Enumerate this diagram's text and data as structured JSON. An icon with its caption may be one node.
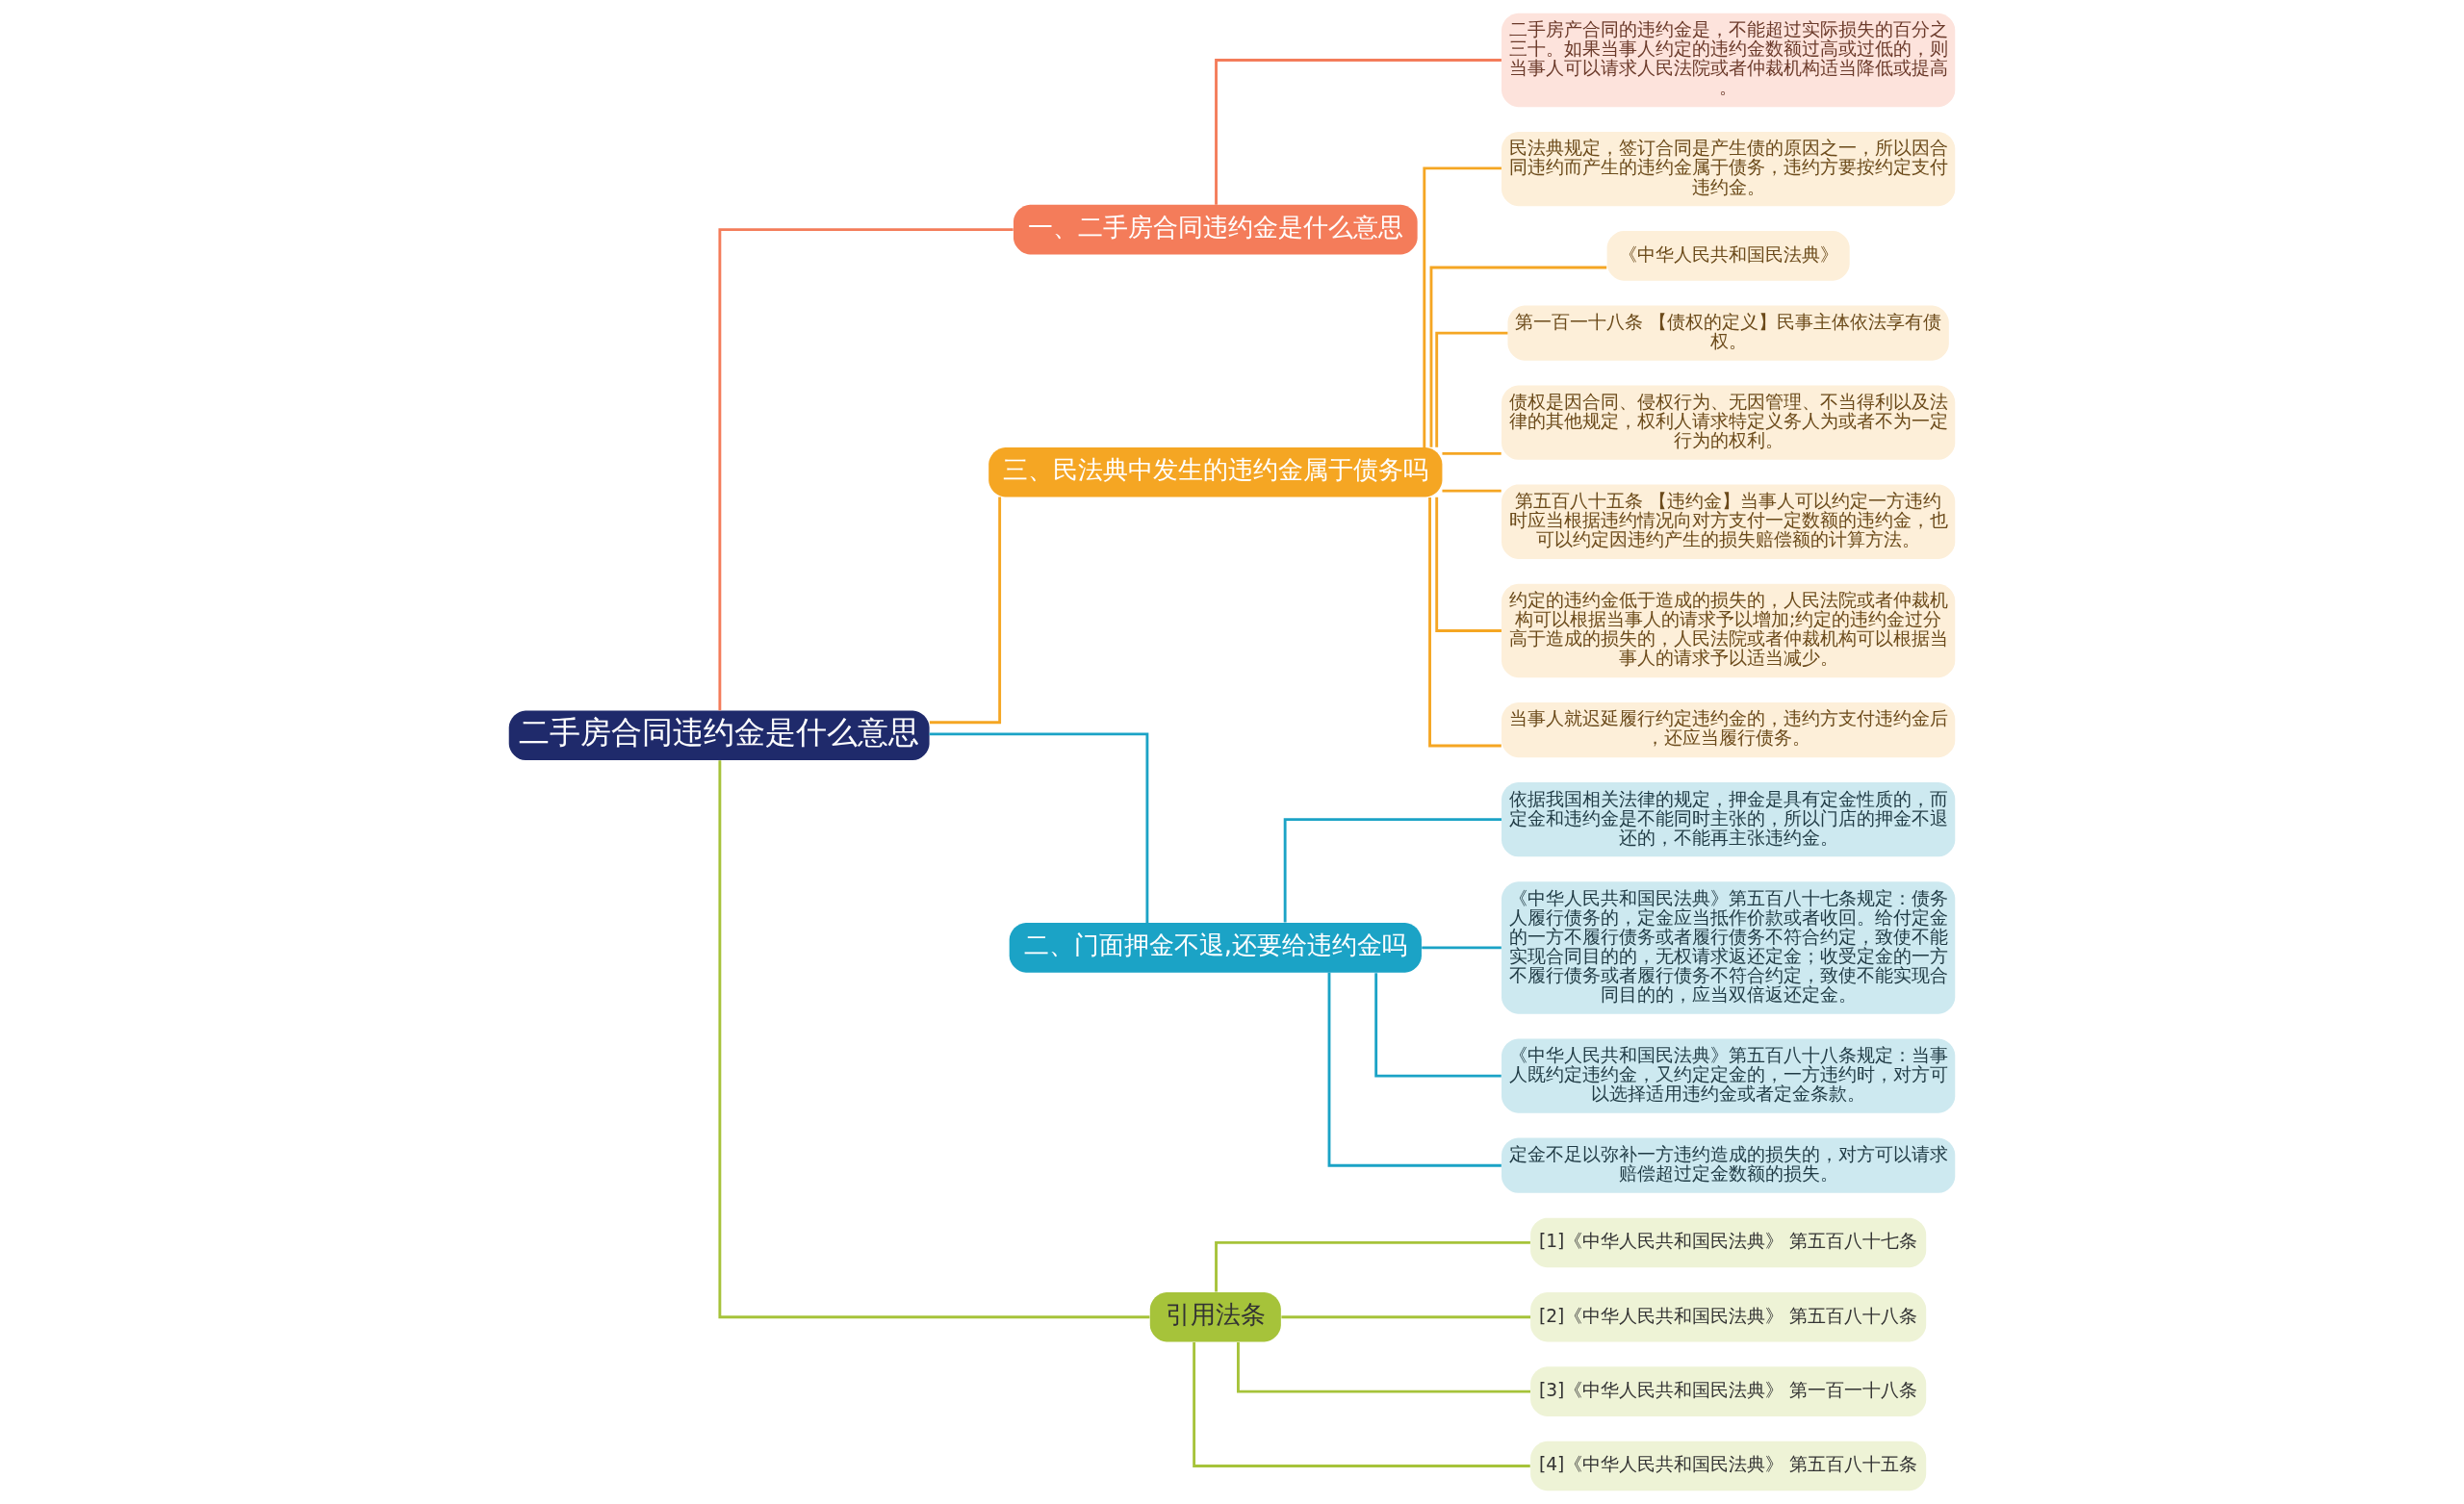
{
  "diagram": {
    "nodes": [
      {
        "text": [
          "二手房合同违约金是什么意思"
        ]
      },
      {
        "text": [
          "一、二手房合同违约金是什么意思"
        ]
      },
      {
        "text": [
          "二手房产合同的违约金是，不能超过实际损失的百分之三十。如果当事人约定的违约金数额过高或过低的，则当事人可以请求人民法院或者仲裁机构适当降低或提高。"
        ]
      },
      {
        "text": [
          "三、民法典中发生的违约金属于债务吗"
        ]
      },
      {
        "text": [
          "民法典规定，签订合同是产生债的原因之一，所以因合同违约而产生的违约金属于债务，违约方要按约定支付违约金。"
        ]
      },
      {
        "text": [
          "《中华人民共和国民法典》"
        ]
      },
      {
        "text": [
          "第一百一十八条 【债权的定义】民事主体依法享有债权。"
        ]
      },
      {
        "text": [
          "债权是因合同、侵权行为、无因管理、不当得利以及法律的其他规定，权利人请求特定义务人为或者不为一定行为的权利。"
        ]
      },
      {
        "text": [
          "第五百八十五条 【违约金】当事人可以约定一方违约时应当根据违约情况向对方支付一定数额的违约金，也可以约定因违约产生的损失赔偿额的计算方法。"
        ]
      },
      {
        "text": [
          "约定的违约金低于造成的损失的，人民法院或者仲裁机构可以根据当事人的请求予以增加;约定的违约金过分高于造成的损失的，人民法院或者仲裁机构可以根据当事人的请求予以适当减少。"
        ]
      },
      {
        "text": [
          "当事人就迟延履行约定违约金的，违约方支付违约金后，还应当履行债务。"
        ]
      },
      {
        "text": [
          "二、门面押金不退,还要给违约金吗"
        ]
      },
      {
        "text": [
          "依据我国相关法律的规定，押金是具有定金性质的，而定金和违约金是不能同时主张的，所以门店的押金不退还的，不能再主张违约金。"
        ]
      },
      {
        "text": [
          "《中华人民共和国民法典》第五百八十七条规定：债务人履行债务的，定金应当抵作价款或者收回。给付定金的一方不履行债务或者履行债务不符合约定，致使不能实现合同目的的，无权请求返还定金；收受定金的一方不履行债务或者履行债务不符合约定，致使不能实现合同目的的，应当双倍返还定金。"
        ]
      },
      {
        "text": [
          "《中华人民共和国民法典》第五百八十八条规定：当事人既约定违约金，又约定定金的，一方违约时，对方可以选择适用违约金或者定金条款。"
        ]
      },
      {
        "text": [
          "定金不足以弥补一方违约造成的损失的，对方可以请求赔偿超过定金数额的损失。"
        ]
      },
      {
        "text": [
          "引用法条"
        ]
      },
      {
        "text": [
          "[1]《中华人民共和国民法典》 第五百八十七条"
        ]
      },
      {
        "text": [
          "[2]《中华人民共和国民法典》 第五百八十八条"
        ]
      },
      {
        "text": [
          "[3]《中华人民共和国民法典》 第一百一十八条"
        ]
      },
      {
        "text": [
          "[4]《中华人民共和国民法典》 第五百八十五条"
        ]
      }
    ],
    "edges": [
      {
        "from": 0,
        "to": 1,
        "arrow": "none",
        "color": "#f47c5a"
      },
      {
        "from": 1,
        "to": 2,
        "arrow": "none",
        "color": "#f47c5a"
      },
      {
        "from": 0,
        "to": 3,
        "arrow": "none",
        "color": "#f5a623"
      },
      {
        "from": 3,
        "to": 4,
        "arrow": "none",
        "color": "#f5a623"
      },
      {
        "from": 3,
        "to": 5,
        "arrow": "none",
        "color": "#f5a623"
      },
      {
        "from": 3,
        "to": 6,
        "arrow": "none",
        "color": "#f5a623"
      },
      {
        "from": 3,
        "to": 7,
        "arrow": "none",
        "color": "#f5a623"
      },
      {
        "from": 3,
        "to": 8,
        "arrow": "none",
        "color": "#f5a623"
      },
      {
        "from": 3,
        "to": 9,
        "arrow": "none",
        "color": "#f5a623"
      },
      {
        "from": 3,
        "to": 10,
        "arrow": "none",
        "color": "#f5a623"
      },
      {
        "from": 0,
        "to": 11,
        "arrow": "none",
        "color": "#1ba3c6"
      },
      {
        "from": 11,
        "to": 12,
        "arrow": "none",
        "color": "#1ba3c6"
      },
      {
        "from": 11,
        "to": 13,
        "arrow": "none",
        "color": "#1ba3c6"
      },
      {
        "from": 11,
        "to": 14,
        "arrow": "none",
        "color": "#1ba3c6"
      },
      {
        "from": 11,
        "to": 15,
        "arrow": "none",
        "color": "#1ba3c6"
      },
      {
        "from": 0,
        "to": 16,
        "arrow": "none",
        "color": "#a6c33a"
      },
      {
        "from": 16,
        "to": 17,
        "arrow": "none",
        "color": "#a6c33a"
      },
      {
        "from": 16,
        "to": 18,
        "arrow": "none",
        "color": "#a6c33a"
      },
      {
        "from": 16,
        "to": 19,
        "arrow": "none",
        "color": "#a6c33a"
      },
      {
        "from": 16,
        "to": 20,
        "arrow": "none",
        "color": "#a6c33a"
      }
    ]
  }
}
